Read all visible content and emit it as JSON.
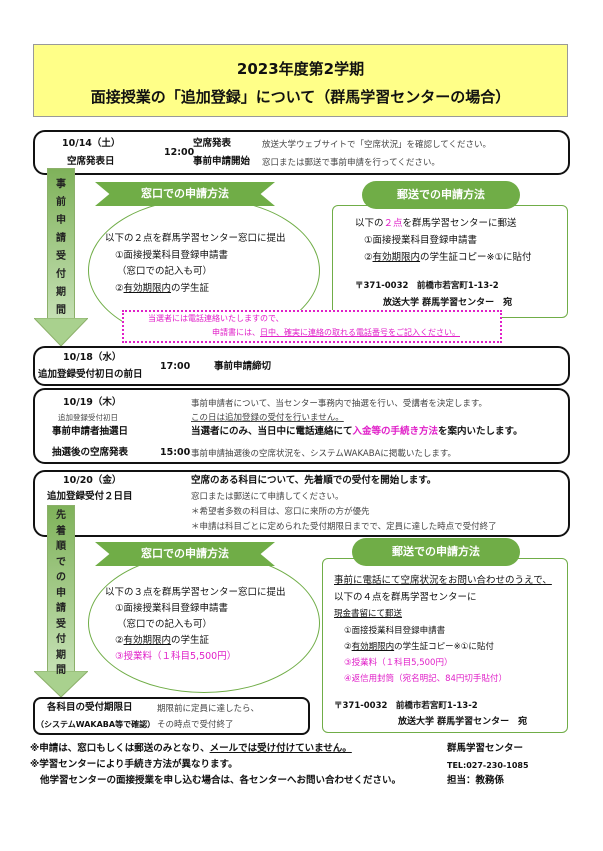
{
  "title": {
    "line1": "2023年度第2学期",
    "line2": "面接授業の「追加登録」について（群馬学習センターの場合）"
  },
  "box_1014": {
    "date": "10/14（土）",
    "label": "空席発表日",
    "time": "12:00",
    "item1": "空席発表",
    "desc1": "放送大学ウェブサイトで「空席状況」を確認してください。",
    "item2": "事前申請開始",
    "desc2": "窓口または郵送で事前申請を行ってください。"
  },
  "arrow1": [
    "事",
    "前",
    "申",
    "請",
    "受",
    "付",
    "期",
    "間"
  ],
  "pre_window": {
    "heading": "窓口での申請方法",
    "intro": "以下の２点を群馬学習センター窓口に提出",
    "item1": "①面接授業科目登録申請書",
    "item1_note": "（窓口での記入も可）",
    "item2_prefix": "②",
    "item2_u": "有効期限内",
    "item2_suffix": "の学生証"
  },
  "pre_mail": {
    "heading": "郵送での申請方法",
    "intro_a": "以下の",
    "intro_b": "２点",
    "intro_c": "を群馬学習センターに郵送",
    "item1": "①面接授業科目登録申請書",
    "item2_prefix": "②",
    "item2_u": "有効期限内",
    "item2_suffix": "の学生証コピー※①に貼付",
    "postal": "〒371-0032　前橋市若宮町1-13-2",
    "addressee": "放送大学 群馬学習センター　宛"
  },
  "notice": {
    "line1": "当選者には電話連絡いたしますので、",
    "line2_a": "申請書には、",
    "line2_b": "日中、確実に連絡の取れる電話番号をご記入ください。"
  },
  "box_1018": {
    "date": "10/18（水）",
    "label": "追加登録受付初日の前日",
    "time": "17:00",
    "item": "事前申請締切"
  },
  "box_1019": {
    "date": "10/19（木）",
    "sub": "追加登録受付初日",
    "label": "事前申請者抽選日",
    "desc1": "事前申請者について、当センター事務内で抽選を行い、受講者を決定します。",
    "desc2": "この日は追加登録の受付を行いません。",
    "desc3_a": "当選者にのみ、当日中に電話連絡にて",
    "desc3_b": "入金等の手続き方法",
    "desc3_c": "を案内いたします。",
    "label2": "抽選後の空席発表",
    "time2": "15:00",
    "desc4": "事前申請抽選後の空席状況を、システムWAKABAに掲載いたします。"
  },
  "box_1020": {
    "date": "10/20（金）",
    "label": "追加登録受付２日目",
    "desc1": "空席のある科目について、先着順での受付を開始します。",
    "desc2": "窓口または郵送にて申請してください。",
    "desc3": "＊希望者多数の科目は、窓口に来所の方が優先",
    "desc4": "＊申請は科目ごとに定められた受付期限日までで、定員に達した時点で受付終了"
  },
  "arrow2": [
    "先",
    "着",
    "順",
    "で",
    "の",
    "申",
    "請",
    "受",
    "付",
    "期",
    "間"
  ],
  "post_window": {
    "heading": "窓口での申請方法",
    "intro": "以下の３点を群馬学習センター窓口に提出",
    "item1": "①面接授業科目登録申請書",
    "item1_note": "（窓口での記入も可）",
    "item2_prefix": "②",
    "item2_u": "有効期限内",
    "item2_suffix": "の学生証",
    "item3": "③授業料（１科目5,500円）"
  },
  "post_mail": {
    "heading": "郵送での申請方法",
    "intro1": "事前に電話にて空席状況をお問い合わせのうえで、",
    "intro2": "以下の４点を群馬学習センターに",
    "intro3": "現金書留にて郵送",
    "item1": "①面接授業科目登録申請書",
    "item2_prefix": "②",
    "item2_u": "有効期限内",
    "item2_suffix": "の学生証コピー※①に貼付",
    "item3": "③授業料（１科目5,500円）",
    "item4": "④返信用封筒（宛名明記、84円切手貼付）",
    "postal": "〒371-0032　前橋市若宮町1-13-2",
    "addressee": "放送大学 群馬学習センター　宛"
  },
  "deadline": {
    "label": "各科目の受付期限日",
    "sub": "（システムWAKABA等で確認）",
    "desc1": "期限前に定員に達したら、",
    "desc2": "その時点で受付終了"
  },
  "footer": {
    "note1_a": "※申請は、窓口もしくは郵送のみとなり、",
    "note1_b": "メールでは受け付けていません。",
    "note2": "※学習センターにより手続き方法が異なります。",
    "note3": "他学習センターの面接授業を申し込む場合は、各センターへお問い合わせください。"
  },
  "contact": {
    "name": "群馬学習センター",
    "tel": "TEL:027-230-1085",
    "person": "担当：教務係"
  }
}
